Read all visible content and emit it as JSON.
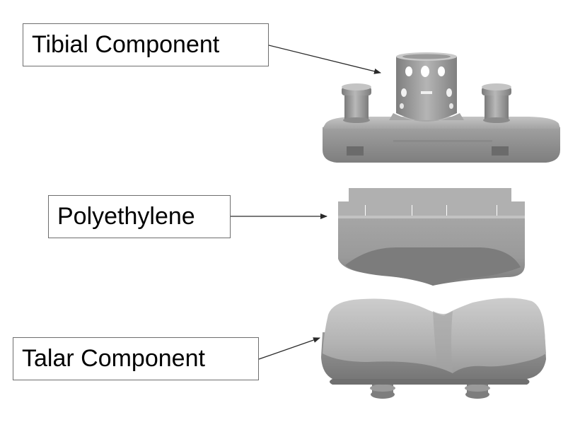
{
  "labels": {
    "tibial": "Tibial Component",
    "polyethylene": "Polyethylene",
    "talar": "Talar Component"
  },
  "colors": {
    "component_light": "#a9a9a9",
    "component_mid": "#8c8c8c",
    "component_dark": "#6a6a6a",
    "box_border": "#6e6e6e",
    "arrow": "#2a2a2a"
  }
}
